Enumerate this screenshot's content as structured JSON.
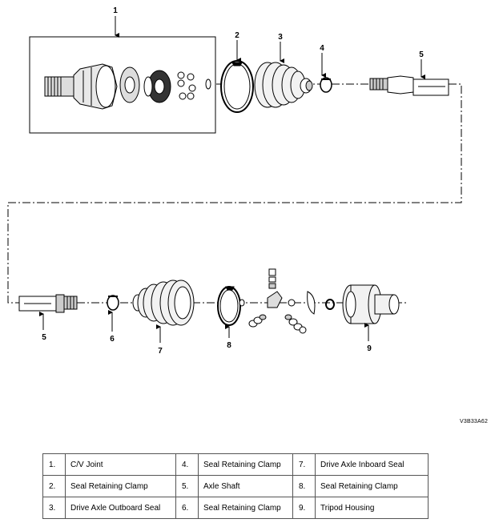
{
  "callouts": [
    "1",
    "2",
    "3",
    "4",
    "5",
    "5",
    "6",
    "7",
    "8",
    "9"
  ],
  "figure_code": "V3B33A62",
  "legend": [
    [
      {
        "num": "1.",
        "text": "C/V Joint"
      },
      {
        "num": "4.",
        "text": "Seal Retaining Clamp"
      },
      {
        "num": "7.",
        "text": "Drive Axle Inboard Seal"
      }
    ],
    [
      {
        "num": "2.",
        "text": "Seal Retaining Clamp"
      },
      {
        "num": "5.",
        "text": "Axle Shaft"
      },
      {
        "num": "8.",
        "text": "Seal Retaining Clamp"
      }
    ],
    [
      {
        "num": "3.",
        "text": "Drive Axle Outboard Seal"
      },
      {
        "num": "6.",
        "text": "Seal Retaining Clamp"
      },
      {
        "num": "9.",
        "text": "Tripod Housing"
      }
    ]
  ]
}
